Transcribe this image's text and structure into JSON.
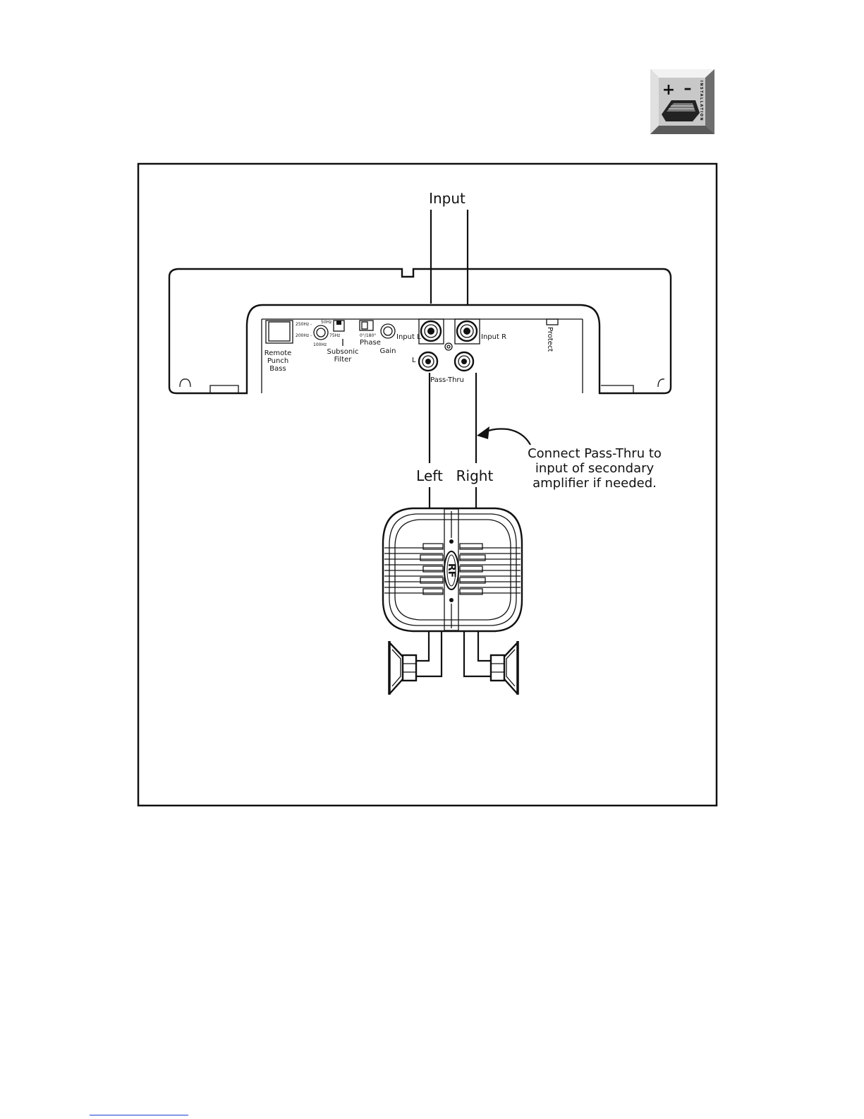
{
  "badge": {
    "plus": "+",
    "minus": "–",
    "vertical_text": "INSTALLATION"
  },
  "labels": {
    "input": "Input",
    "remote_punch_bass": [
      "Remote",
      "Punch",
      "Bass"
    ],
    "freq_250": "250Hz -",
    "freq_50": "50Hz",
    "freq_200": "200Hz -",
    "freq_75": "75Hz",
    "freq_100": "100Hz",
    "phase_values": "0°/180°",
    "phase": "Phase",
    "subsonic_filter": [
      "Subsonic",
      "Filter"
    ],
    "gain": "Gain",
    "input_l": "Input L",
    "input_r": "Input R",
    "pass_l": "L",
    "pass_thru": "Pass-Thru",
    "protect": "Protect",
    "left": "Left",
    "right": "Right",
    "annotation": [
      "Connect Pass-Thru to",
      "input of secondary",
      "amplifier if needed."
    ],
    "logo_text": "RF"
  },
  "colors": {
    "line": "#111111",
    "badge_face": "#c8c8c8",
    "badge_bevel_light": "#f2f2f2",
    "badge_bevel_dark": "#6e6e6e",
    "footer_rule": "#1a3bd6"
  }
}
